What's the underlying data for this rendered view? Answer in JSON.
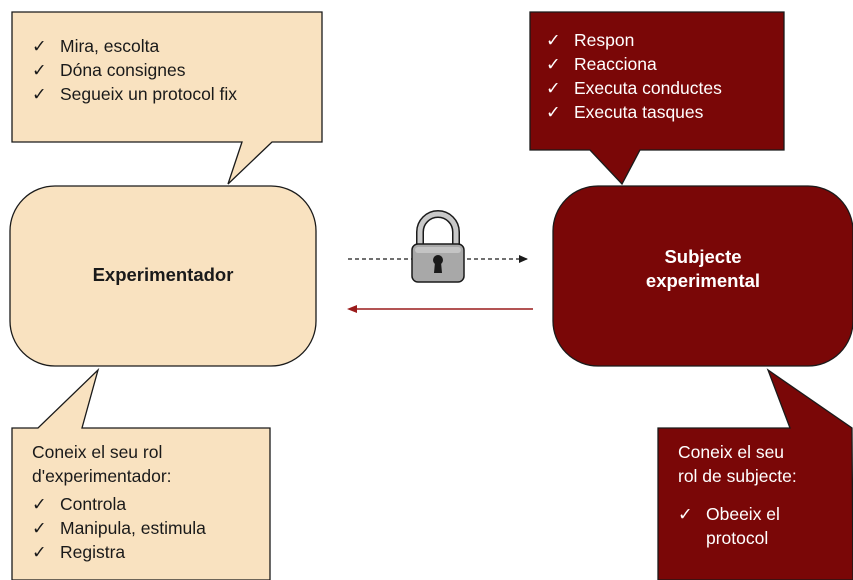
{
  "colors": {
    "experimenter_fill": "#f9e2c0",
    "subject_fill": "#7a0707",
    "line": "#1a1a1a",
    "arrow_back": "#9a1b1b",
    "lock_body": "#a8a8a8"
  },
  "experimenter": {
    "label": "Experimentador",
    "top_callout": {
      "items": [
        "Mira, escolta",
        "Dóna consignes",
        "Segueix un protocol fix"
      ]
    },
    "bottom_callout": {
      "intro_line1": "Coneix el seu rol",
      "intro_line2": "d'experimentador:",
      "items": [
        "Controla",
        "Manipula, estimula",
        "Registra"
      ]
    }
  },
  "subject": {
    "label_line1": "Subjecte",
    "label_line2": "experimental",
    "top_callout": {
      "items": [
        "Respon",
        "Reacciona",
        "Executa conductes",
        "Executa tasques"
      ]
    },
    "bottom_callout": {
      "intro_line1": "Coneix el seu",
      "intro_line2": "rol de subjecte:",
      "item_line1": "Obeeix el",
      "item_line2": "protocol"
    }
  },
  "check_symbol": "✓",
  "lock_icon": "padlock-icon"
}
